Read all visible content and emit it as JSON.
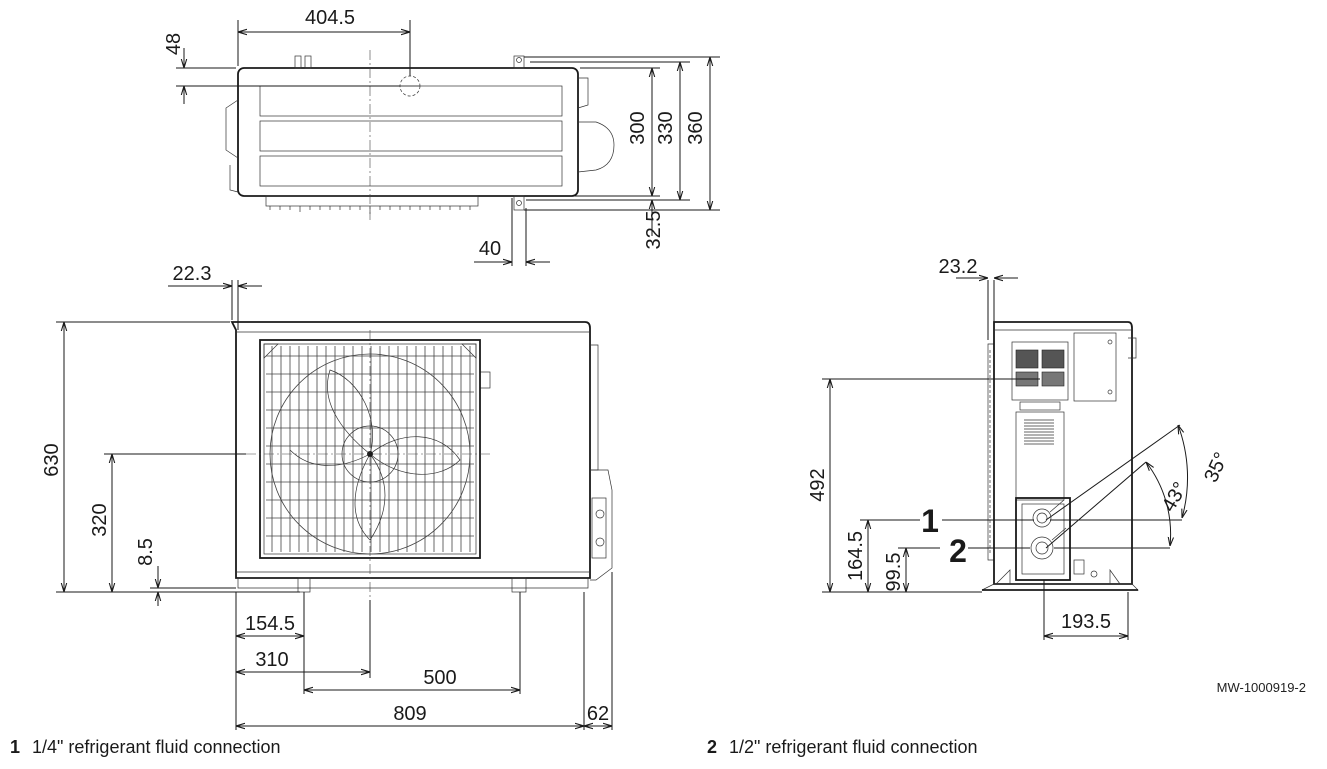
{
  "top_view": {
    "dims": {
      "d1": "404.5",
      "d2": "48",
      "d3": "300",
      "d4": "330",
      "d5": "360",
      "d6": "40",
      "d7": "32.5"
    }
  },
  "front_view": {
    "dims": {
      "d1": "22.3",
      "d2": "630",
      "d3": "320",
      "d4": "8.5",
      "d5": "154.5",
      "d6": "310",
      "d7": "500",
      "d8": "809",
      "d9": "62"
    }
  },
  "side_view": {
    "dims": {
      "d1": "23.2",
      "d2": "492",
      "d3": "164.5",
      "d4": "99.5",
      "d5": "193.5",
      "a1": "35°",
      "a2": "43°"
    },
    "callouts": [
      "1",
      "2"
    ]
  },
  "reference": "MW-1000919-2",
  "legend": [
    {
      "num": "1",
      "text": "1/4\" refrigerant fluid connection"
    },
    {
      "num": "2",
      "text": "1/2\" refrigerant fluid connection"
    }
  ]
}
